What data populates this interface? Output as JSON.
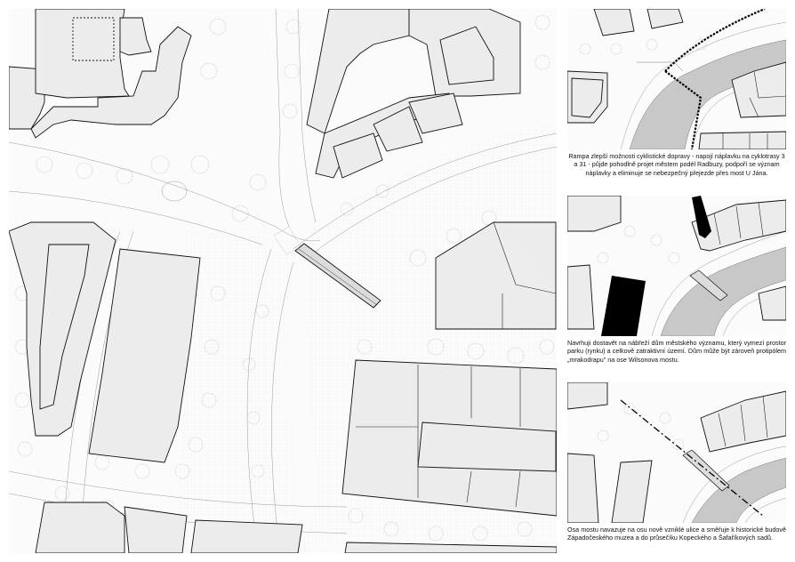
{
  "captions": {
    "panel_1": "Rampa zlepší možnosti cyklistické dopravy - napojí náplavku na cyklotrasy 3 a 31 - půjde pohodlně projet městem podél Radbuzy, podpoří se význam náplavky a eliminuje se nebezpečný přejezde přes most U Jána.",
    "panel_2": "Navrhuji dostavět na nábřeží dům městského významu, který vymezí prostor parku (rynku) a celkově zatraktivní území. Dům může být zároveň protipólem „mrakodrapu\" na ose Wilsonova mostu.",
    "panel_3": "Osa mostu navazuje na osu nově vzniklé ulice a směřuje k historické budově Západočeského muzea a do průsečíku Kopeckého a Šafaříkových sadů."
  },
  "colors": {
    "building_fill": "#ececec",
    "outline": "#111111",
    "river": "#c8c8c8",
    "highlight": "#000000",
    "trees": "#bdbdbd"
  }
}
